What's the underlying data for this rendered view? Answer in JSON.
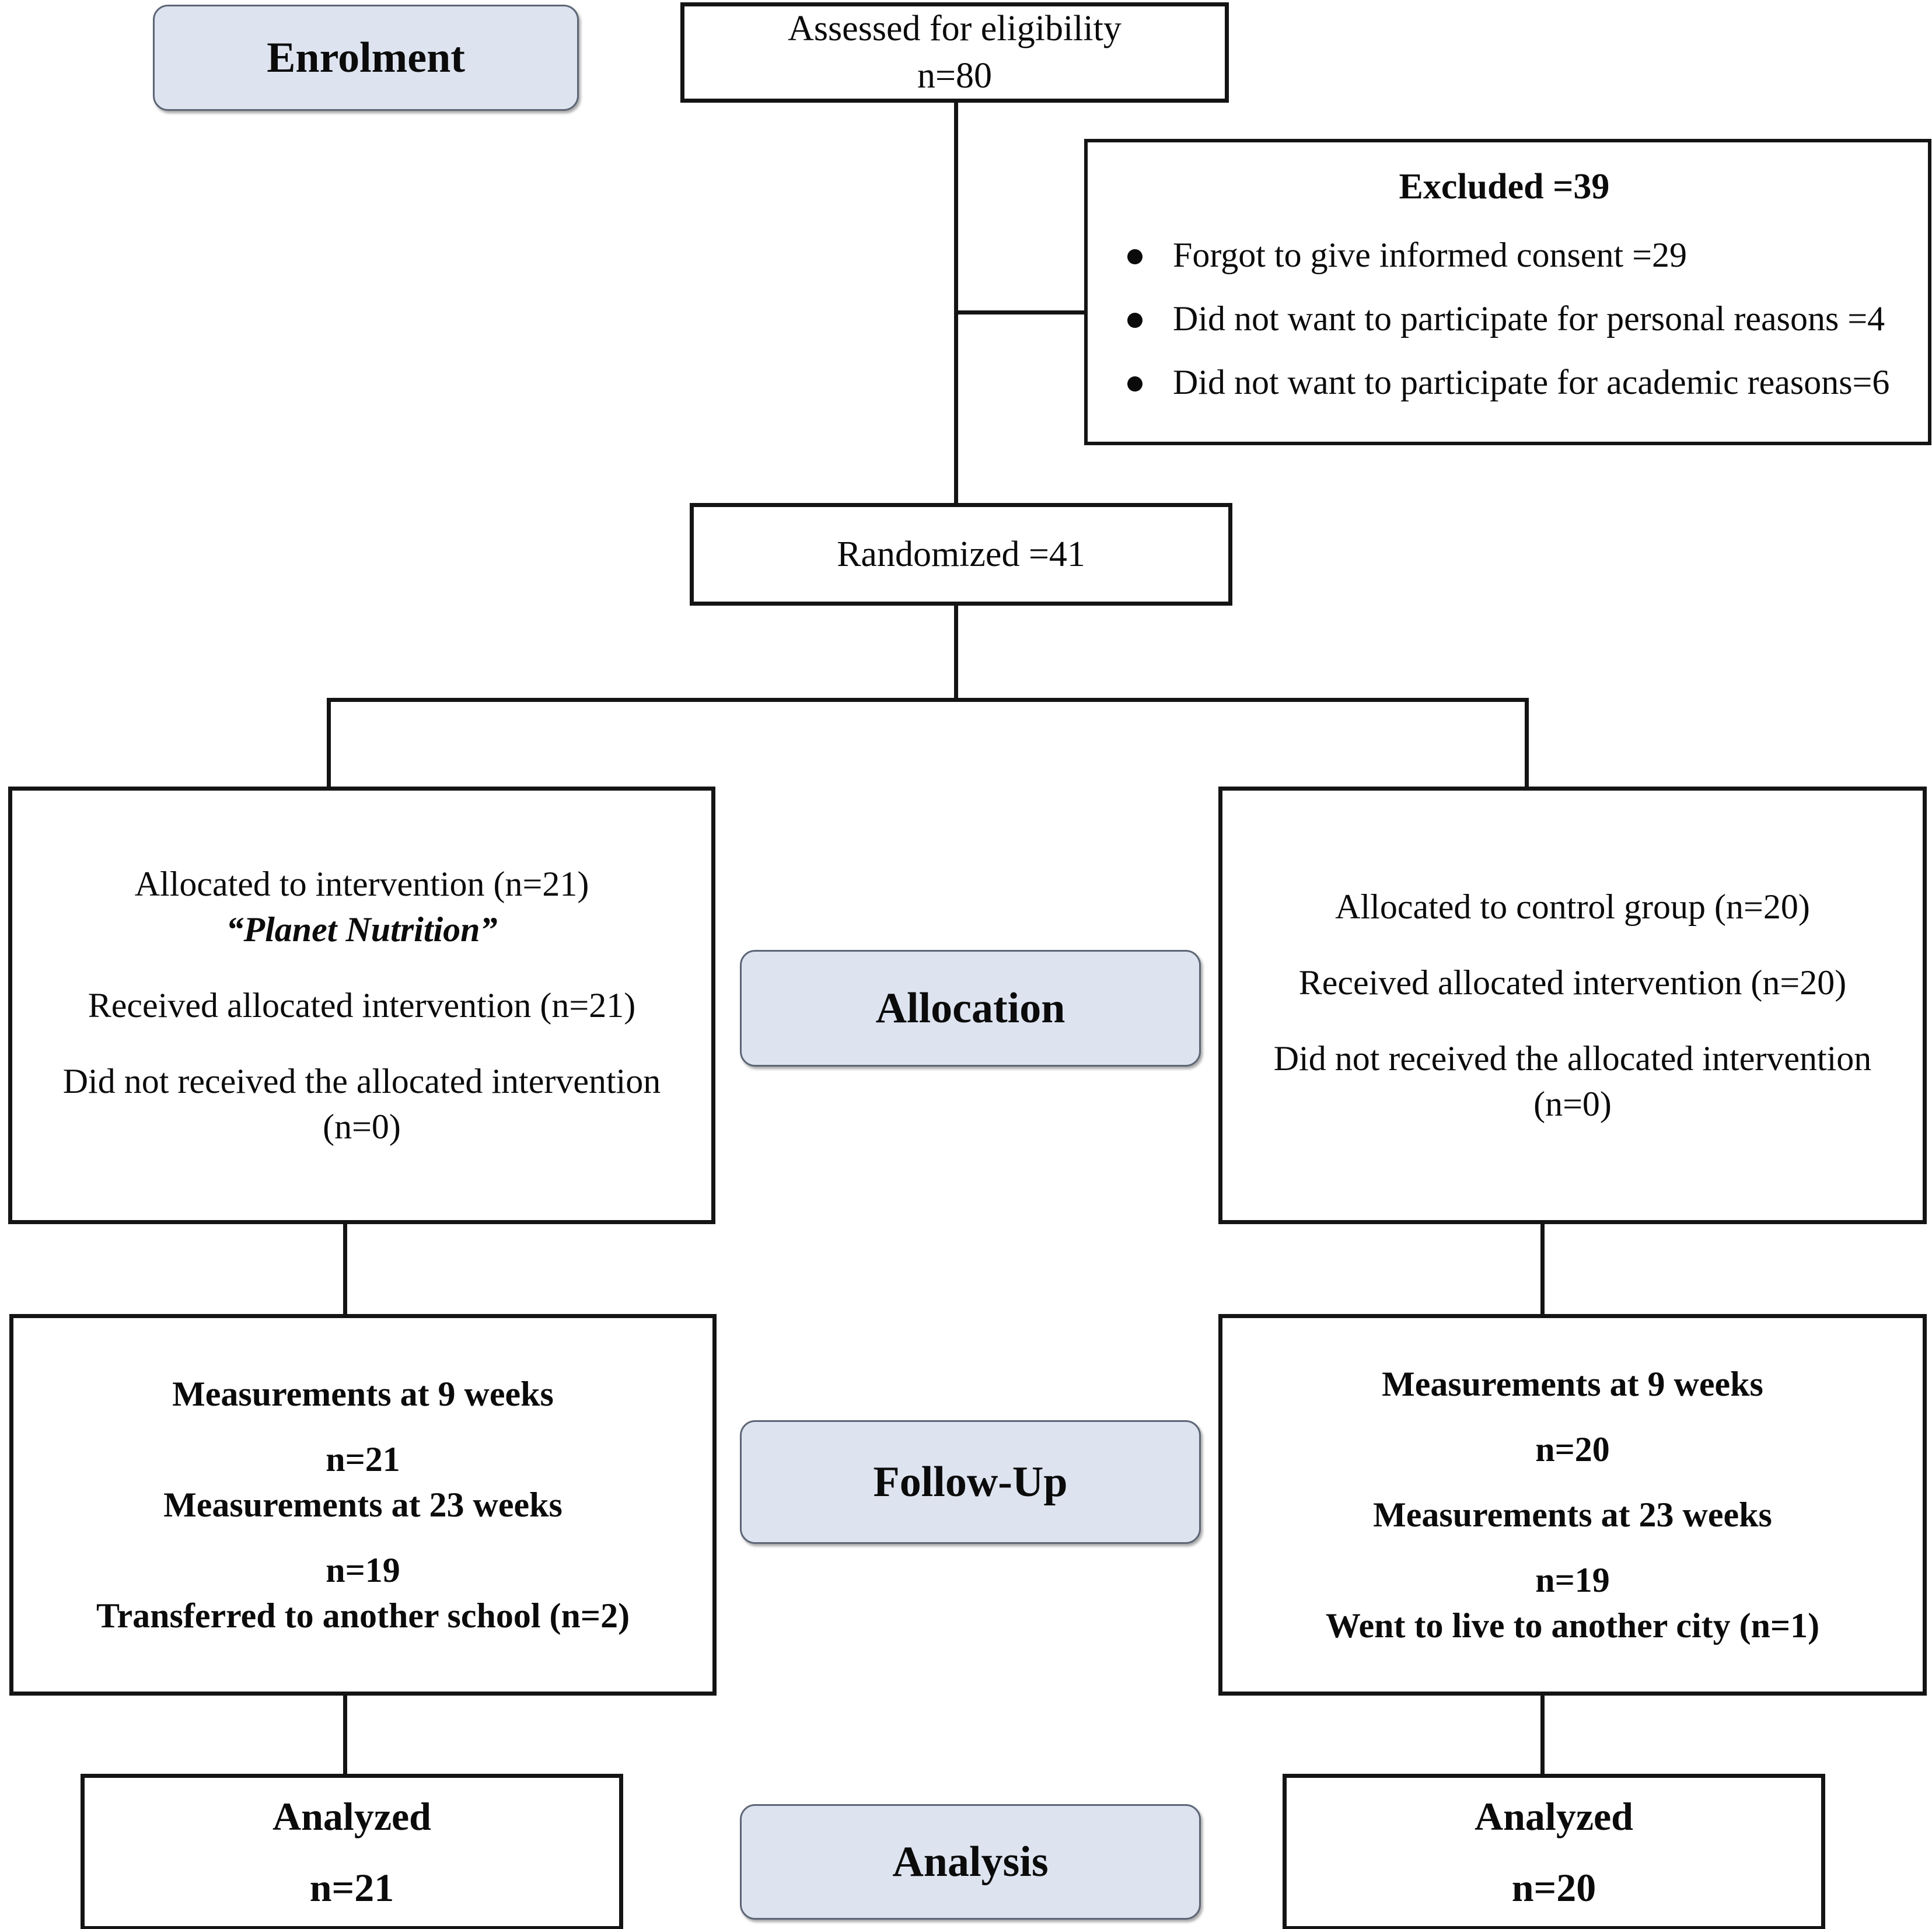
{
  "stages": {
    "enrolment": "Enrolment",
    "allocation": "Allocation",
    "followup": "Follow-Up",
    "analysis": "Analysis"
  },
  "enrolment": {
    "assessed": {
      "line1": "Assessed for eligibility",
      "line2": "n=80"
    },
    "excluded": {
      "heading": "Excluded =39",
      "reasons": [
        "Forgot to give informed consent =29",
        "Did not want to participate for personal reasons =4",
        "Did not want to participate for academic  reasons=6"
      ]
    },
    "randomized": "Randomized =41"
  },
  "allocation": {
    "intervention": {
      "line1": "Allocated  to intervention  (n=21)",
      "line2": "“Planet Nutrition”",
      "line3": "Received allocated intervention (n=21)",
      "line4": "Did not received the allocated intervention (n=0)"
    },
    "control": {
      "line1": "Allocated  to control group (n=20)",
      "line2": "Received allocated intervention (n=20)",
      "line3": "Did not received the allocated intervention  (n=0)"
    }
  },
  "followup": {
    "intervention": {
      "line1": "Measurements at 9 weeks",
      "line2": "n=21",
      "line3": "Measurements at 23 weeks",
      "line4": "n=19",
      "line5": "Transferred to another school (n=2)"
    },
    "control": {
      "line1": "Measurements at 9 weeks",
      "line2": "n=20",
      "line3": "Measurements at 23 weeks",
      "line4": "n=19",
      "line5": "Went to live to another city (n=1)"
    }
  },
  "analysis": {
    "intervention": {
      "line1": "Analyzed",
      "line2": "n=21"
    },
    "control": {
      "line1": "Analyzed",
      "line2": "n=20"
    }
  },
  "colors": {
    "stage_fill": "#dde3ef",
    "stage_border": "#5d6676",
    "box_border": "#141414",
    "text": "#0b0b0b",
    "background": "#ffffff"
  }
}
